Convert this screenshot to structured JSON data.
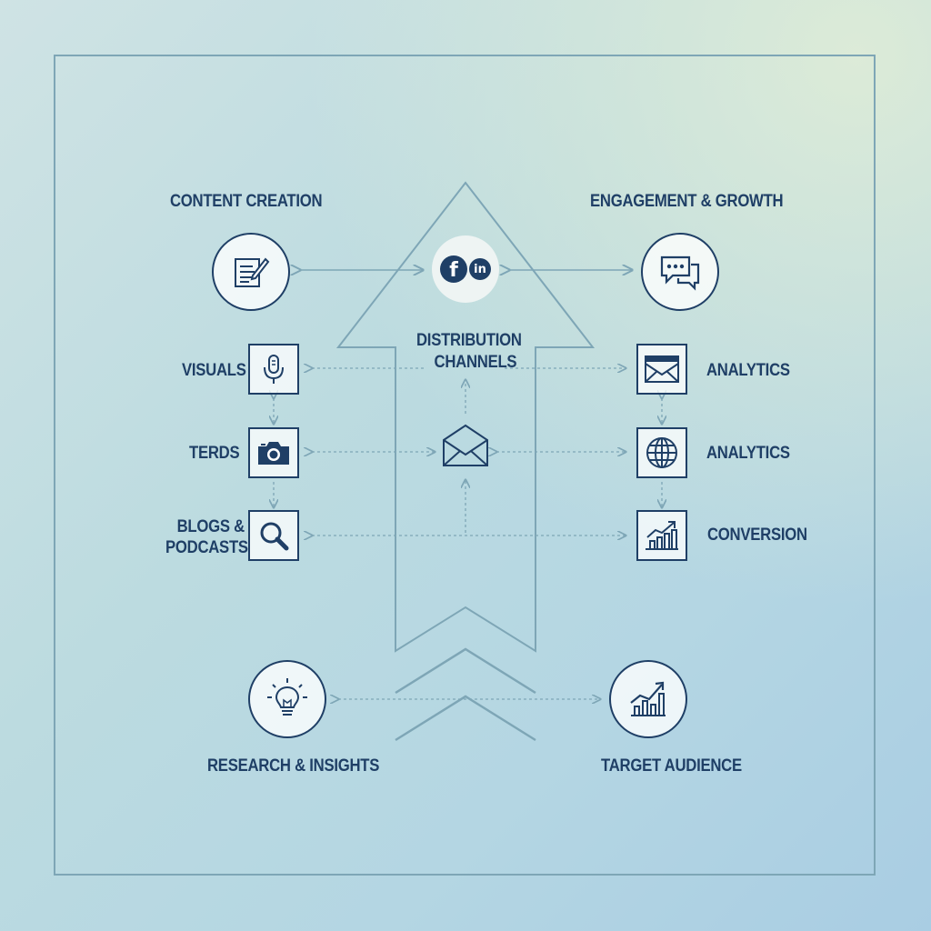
{
  "diagram": {
    "distribution": {
      "line1": "DISTRIBUTION",
      "line2": "CHANNELS",
      "social_icons": {
        "facebook": "f",
        "linkedin": "in"
      }
    },
    "content_creation": {
      "title": "CONTENT CREATION",
      "icon": "document-pencil-icon"
    },
    "engagement_growth": {
      "title": "ENGAGEMENT & GROWTH",
      "icon": "chat-bubbles-icon"
    },
    "left_items": [
      {
        "label": "VISUALS",
        "icon": "microphone-icon"
      },
      {
        "label": "TERDS",
        "icon": "camera-icon"
      },
      {
        "label_line1": "BLOGS &",
        "label_line2": "PODCASTS",
        "icon": "search-icon"
      }
    ],
    "right_items": [
      {
        "label": "ANALYTICS",
        "icon": "newsletter-envelope-icon"
      },
      {
        "label": "ANALYTICS",
        "icon": "globe-icon"
      },
      {
        "label": "CONVERSION",
        "icon": "bar-chart-growth-icon"
      }
    ],
    "center_icon": "envelope-icon",
    "research": {
      "title": "RESEARCH & INSIGHTS",
      "icon": "lightbulb-icon"
    },
    "target": {
      "title": "TARGET AUDIENCE",
      "icon": "growth-chart-icon"
    }
  },
  "colors": {
    "ink": "#1f3f66",
    "line": "#7ea6b6",
    "background": "#bcdbe0"
  }
}
